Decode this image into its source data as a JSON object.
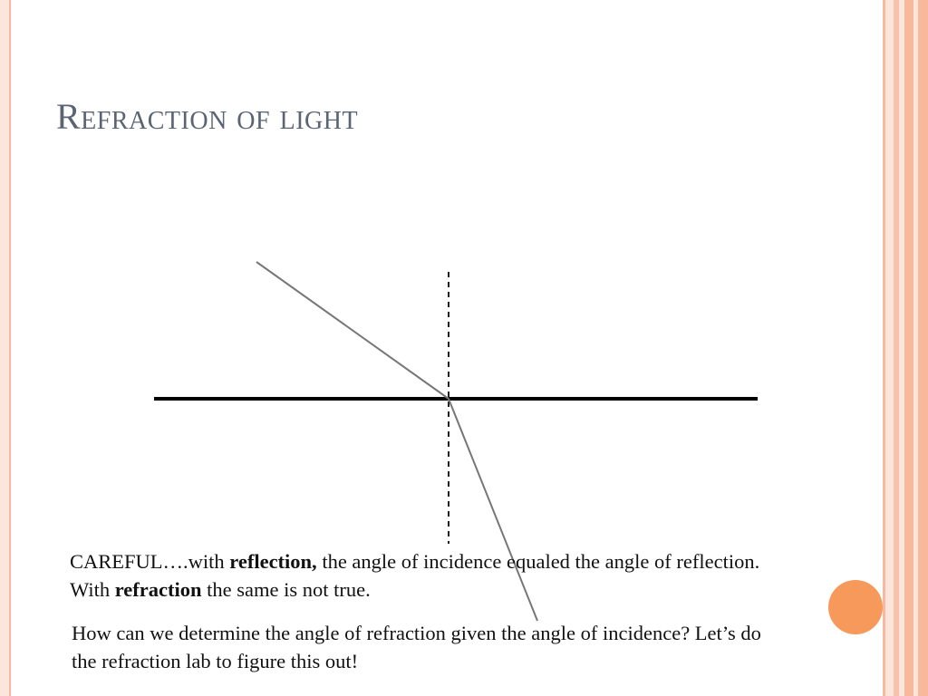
{
  "slide": {
    "title": "Refraction of light",
    "paragraph1": {
      "part1": "CAREFUL….with ",
      "bold1": "reflection,",
      "part2": "  the angle of incidence equaled the angle of reflection.  With ",
      "bold2": "refraction",
      "part3": " the same is not true."
    },
    "paragraph2": "How can we determine the angle of refraction given the angle of incidence?  Let’s do the refraction lab to figure this out!"
  },
  "colors": {
    "title": "#5a6473",
    "border_light": "#fce6dc",
    "border_dark": "#f8b89c",
    "accent_circle": "#f7995b"
  }
}
